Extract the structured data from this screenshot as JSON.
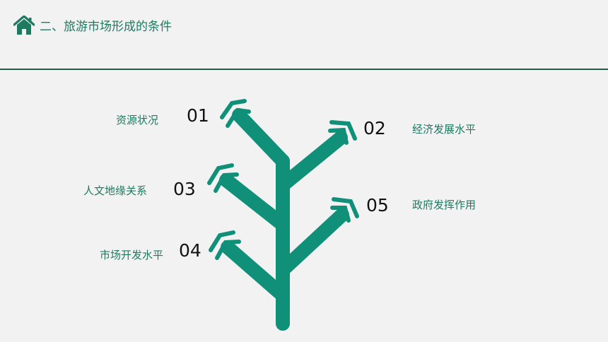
{
  "header": {
    "title": "二、旅游市场形成的条件",
    "icon": "home-icon"
  },
  "colors": {
    "accent": "#109078",
    "title": "#1e7a5f",
    "divider": "#1d5e4a",
    "background": "#f2f2f2"
  },
  "items": [
    {
      "number": "01",
      "label": "资源状况"
    },
    {
      "number": "02",
      "label": "经济发展水平"
    },
    {
      "number": "03",
      "label": "人文地缘关系"
    },
    {
      "number": "04",
      "label": "市场开发水平"
    },
    {
      "number": "05",
      "label": "政府发挥作用"
    }
  ]
}
